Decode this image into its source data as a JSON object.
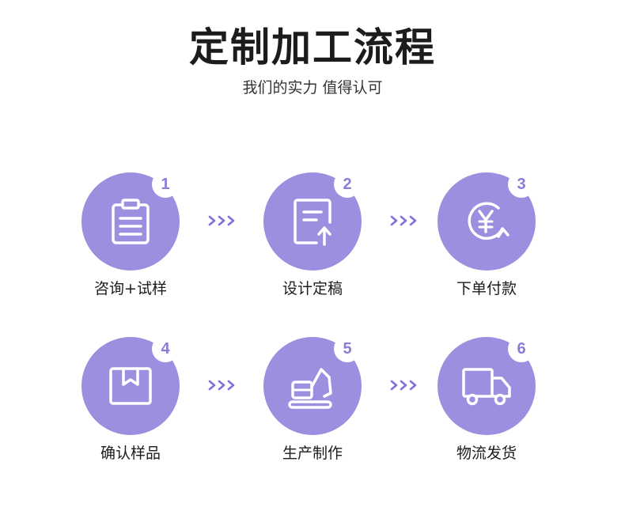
{
  "header": {
    "title": "定制加工流程",
    "subtitle": "我们的实力 值得认可"
  },
  "steps": [
    {
      "number": "1",
      "label": "咨询+试样",
      "icon": "clipboard-icon"
    },
    {
      "number": "2",
      "label": "设计定稿",
      "icon": "document-upload-icon"
    },
    {
      "number": "3",
      "label": "下单付款",
      "icon": "yen-payment-icon"
    },
    {
      "number": "4",
      "label": "确认样品",
      "icon": "box-icon"
    },
    {
      "number": "5",
      "label": "生产制作",
      "icon": "excavator-icon"
    },
    {
      "number": "6",
      "label": "物流发货",
      "icon": "truck-icon"
    }
  ],
  "arrow_text": ">>>",
  "colors": {
    "circle": "#9b8fdf",
    "badge_text": "#8a7dd6",
    "arrow": "#7f72dd",
    "title": "#1c1c1c"
  }
}
